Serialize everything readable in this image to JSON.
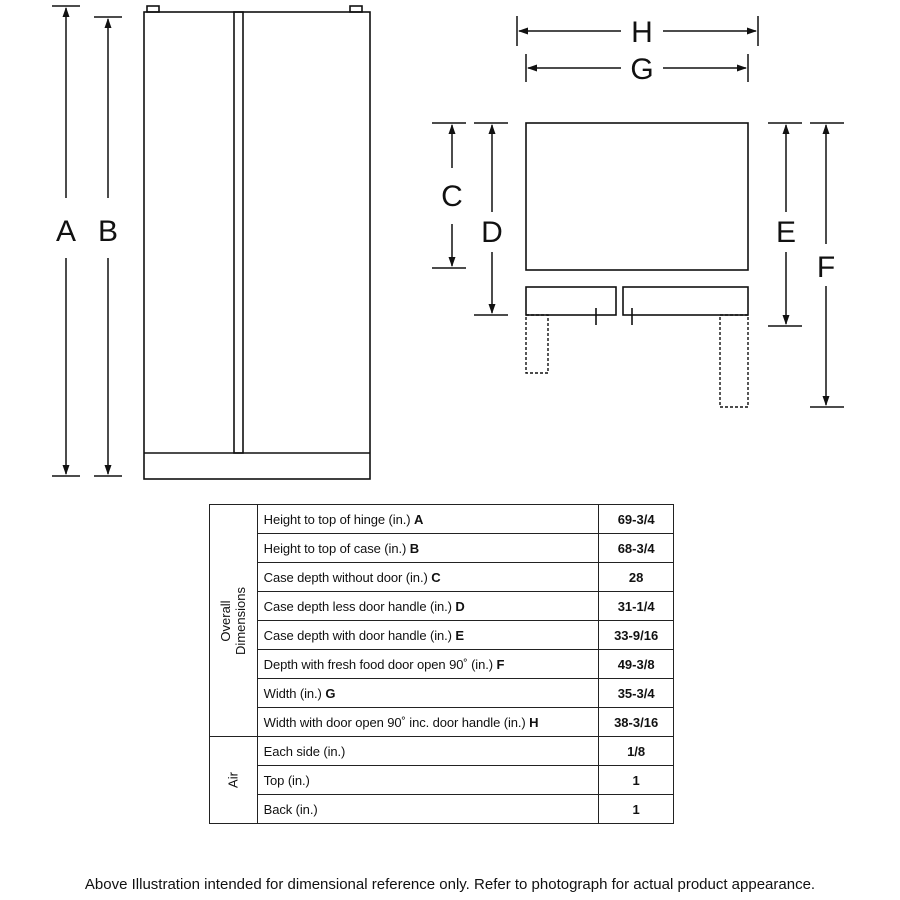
{
  "labels": {
    "A": "A",
    "B": "B",
    "C": "C",
    "D": "D",
    "E": "E",
    "F": "F",
    "G": "G",
    "H": "H"
  },
  "table": {
    "groups": [
      {
        "label_lines": [
          "Overall",
          "Dimensions"
        ],
        "rows": [
          {
            "label": "Height to top of hinge (in.)",
            "letter": "A",
            "value": "69-3/4"
          },
          {
            "label": "Height to top of case (in.)",
            "letter": "B",
            "value": "68-3/4"
          },
          {
            "label": "Case depth without door (in.)",
            "letter": "C",
            "value": "28"
          },
          {
            "label": "Case depth less door handle (in.)",
            "letter": "D",
            "value": "31-1/4"
          },
          {
            "label": "Case depth with door handle (in.)",
            "letter": "E",
            "value": "33-9/16"
          },
          {
            "label": "Depth with fresh food door open 90˚ (in.)",
            "letter": "F",
            "value": "49-3/8"
          },
          {
            "label": "Width (in.)",
            "letter": "G",
            "value": "35-3/4"
          },
          {
            "label": "Width with door open 90˚ inc. door handle (in.)",
            "letter": "H",
            "value": "38-3/16"
          }
        ]
      },
      {
        "label_lines": [
          "Air"
        ],
        "rows": [
          {
            "label": "Each side (in.)",
            "letter": "",
            "value": "1/8"
          },
          {
            "label": "Top (in.)",
            "letter": "",
            "value": "1"
          },
          {
            "label": "Back (in.)",
            "letter": "",
            "value": "1"
          }
        ]
      }
    ]
  },
  "footnote": "Above Illustration intended for dimensional reference only. Refer to photograph for actual product appearance."
}
